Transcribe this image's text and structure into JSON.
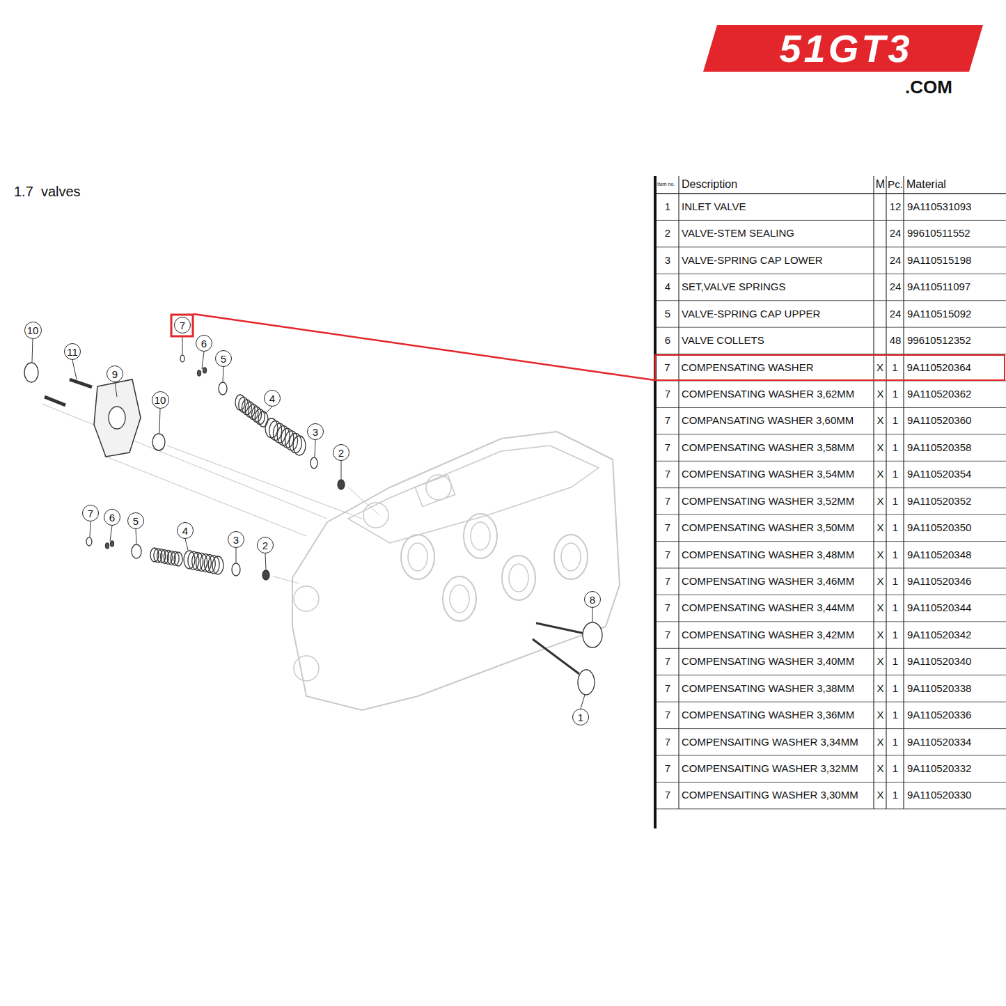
{
  "diagram": {
    "title": "1.7  valves",
    "nodes": [
      {
        "text": [
          "10"
        ]
      },
      {
        "text": [
          "11"
        ]
      },
      {
        "text": [
          "9"
        ]
      },
      {
        "text": [
          "10"
        ]
      },
      {
        "text": [
          "7"
        ]
      },
      {
        "text": [
          "6"
        ]
      },
      {
        "text": [
          "5"
        ]
      },
      {
        "text": [
          "4"
        ]
      },
      {
        "text": [
          "3"
        ]
      },
      {
        "text": [
          "2"
        ]
      },
      {
        "text": [
          "7"
        ]
      },
      {
        "text": [
          "6"
        ]
      },
      {
        "text": [
          "5"
        ]
      },
      {
        "text": [
          "4"
        ]
      },
      {
        "text": [
          "3"
        ]
      },
      {
        "text": [
          "2"
        ]
      },
      {
        "text": [
          "8"
        ]
      },
      {
        "text": [
          "1"
        ]
      },
      {
        "text": [
          "7",
          "COMPENSATING WASHER",
          "X",
          "1",
          "9A110520364"
        ]
      }
    ],
    "edges": [
      {
        "from": 4,
        "to": 18,
        "arrow": "none"
      }
    ],
    "labels": [
      "51GT3",
      ".COM",
      "Item no.",
      "Description",
      "M",
      "Pc.",
      "Material",
      "1",
      "INLET VALVE",
      "12",
      "9A110531093",
      "2",
      "VALVE-STEM SEALING",
      "24",
      "99610511552",
      "3",
      "VALVE-SPRING CAP LOWER",
      "24",
      "9A110515198",
      "4",
      "SET,VALVE SPRINGS",
      "24",
      "9A110511097",
      "5",
      "VALVE-SPRING CAP UPPER",
      "24",
      "9A110515092",
      "6",
      "VALVE COLLETS",
      "48",
      "99610512352",
      "7",
      "COMPENSATING WASHER 3,62MM",
      "X",
      "1",
      "9A110520362",
      "7",
      "COMPANSATING WASHER 3,60MM",
      "X",
      "1",
      "9A110520360",
      "7",
      "COMPENSATING WASHER 3,58MM",
      "X",
      "1",
      "9A110520358",
      "7",
      "COMPENSATING WASHER 3,54MM",
      "X",
      "1",
      "9A110520354",
      "7",
      "COMPENSATING WASHER 3,52MM",
      "X",
      "1",
      "9A110520352",
      "7",
      "COMPENSATING WASHER 3,50MM",
      "X",
      "1",
      "9A110520350",
      "7",
      "COMPENSATING WASHER 3,48MM",
      "X",
      "1",
      "9A110520348",
      "7",
      "COMPENSATING WASHER 3,46MM",
      "X",
      "1",
      "9A110520346",
      "7",
      "COMPENSATING WASHER 3,44MM",
      "X",
      "1",
      "9A110520344",
      "7",
      "COMPENSATING WASHER 3,42MM",
      "X",
      "1",
      "9A110520342",
      "7",
      "COMPENSATING WASHER 3,40MM",
      "X",
      "1",
      "9A110520340",
      "7",
      "COMPENSATING WASHER 3,38MM",
      "X",
      "1",
      "9A110520338",
      "7",
      "COMPENSATING WASHER 3,36MM",
      "X",
      "1",
      "9A110520336",
      "7",
      "COMPENSAITING WASHER 3,34MM",
      "X",
      "1",
      "9A110520334",
      "7",
      "COMPENSAITING WASHER 3,32MM",
      "X",
      "1",
      "9A110520332",
      "7",
      "COMPENSAITING WASHER 3,30MM",
      "X",
      "1",
      "9A110520330"
    ]
  }
}
